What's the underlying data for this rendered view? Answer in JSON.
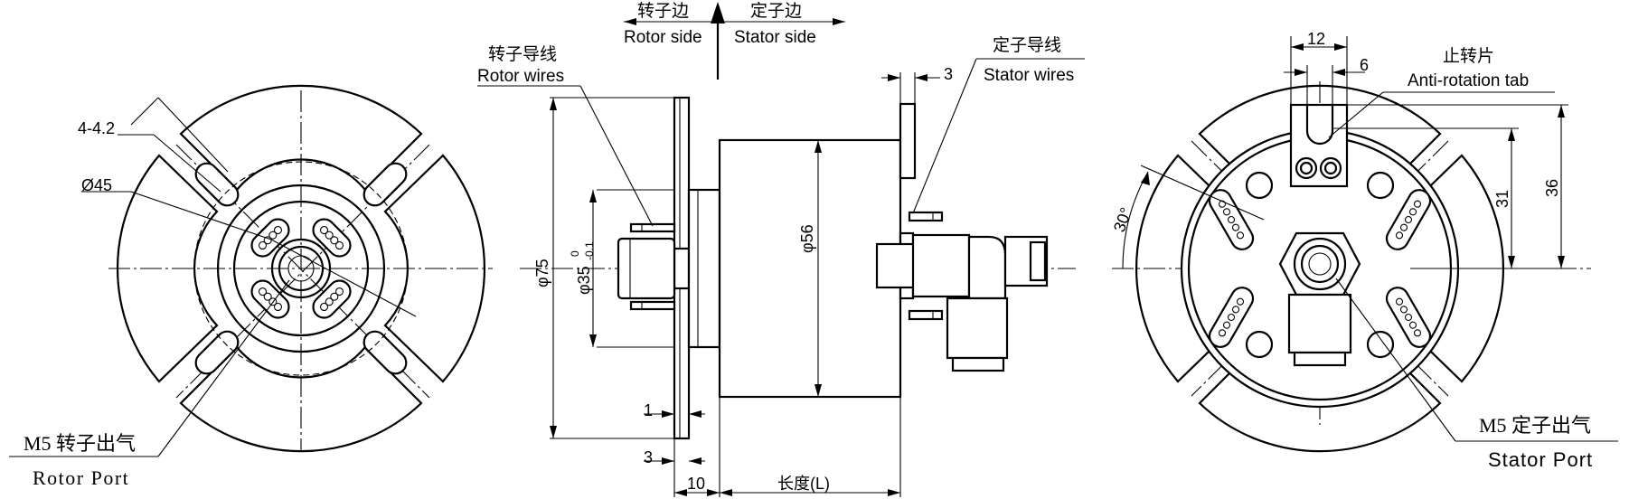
{
  "labels": {
    "rotor_side_cn": "转子边",
    "stator_side_cn": "定子边",
    "rotor_side_en": "Rotor side",
    "stator_side_en": "Stator  side",
    "rotor_wires_cn": "转子导线",
    "rotor_wires_en": "Rotor wires",
    "stator_wires_cn": "定子导线",
    "stator_wires_en": "Stator wires",
    "anti_rotation_cn": "止转片",
    "anti_rotation_en": "Anti-rotation tab",
    "rotor_port_cn": "M5 转子出气",
    "rotor_port_en": "Rotor Port",
    "stator_port_cn": "M5 定子出气",
    "stator_port_en": "Stator  Port"
  },
  "dimensions": {
    "holes": "4-4.2",
    "pcd": "Ø45",
    "dia75": "φ75",
    "dia35": "φ35",
    "dia35_tol_upper": "0",
    "dia35_tol_lower": "-0.1",
    "dia56": "φ56",
    "flange_gap": "1",
    "flange_thk": "3",
    "flange_len": "10",
    "length": "长度(L)",
    "tab_thk": "3",
    "tab_width": "12",
    "tab_slot": "6",
    "tab_h1": "31",
    "tab_h2": "36",
    "angle": "30°"
  }
}
